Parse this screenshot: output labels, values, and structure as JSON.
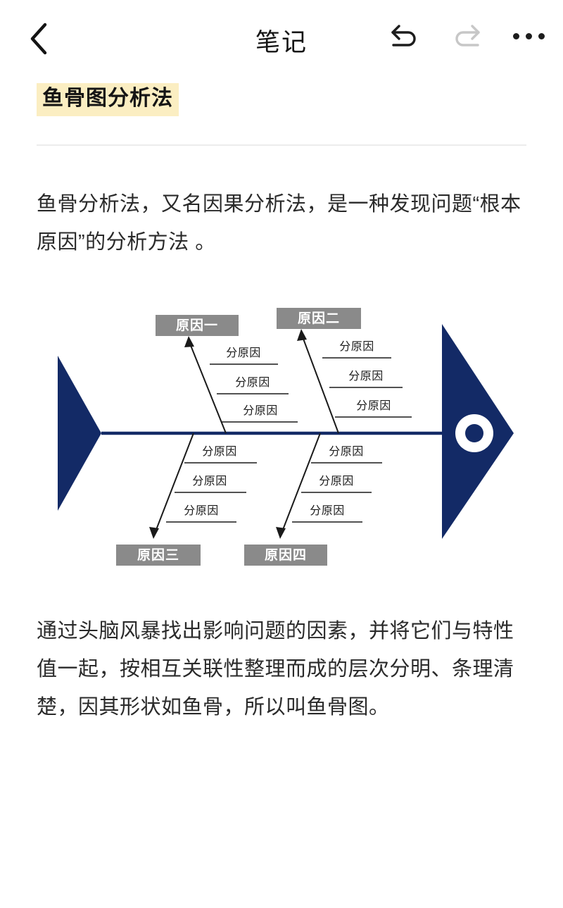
{
  "header": {
    "back_icon": "chevron-left-icon",
    "title": "笔记",
    "undo_icon": "undo-icon",
    "redo_icon": "redo-icon",
    "more_icon": "more-options-icon",
    "undo_color": "#1d1d1d",
    "redo_color": "#c7c7c7"
  },
  "note": {
    "title": "鱼骨图分析法",
    "title_highlight_color": "#fbeec2",
    "paragraph_1": "鱼骨分析法，又名因果分析法，是一种发现问题“根本原因”的分析方法 。",
    "paragraph_2": "通过头脑风暴找出影响问题的因素，并将它们与特性值一起，按相互关联性整理而成的层次分明、条理清楚，因其形状如鱼骨，所以叫鱼骨图。"
  },
  "diagram": {
    "type": "fishbone",
    "name": "fishbone-diagram",
    "colors": {
      "fish_navy": "#132a66",
      "cause_box_fill": "#8a8a8a",
      "cause_box_text": "#ffffff",
      "line": "#1a1a1a"
    },
    "eye": {
      "ring_color": "#ffffff",
      "pupil_color": "#132a66"
    },
    "causes": [
      {
        "label": "原因一",
        "position": "top-left",
        "sub_causes": [
          "分原因",
          "分原因",
          "分原因"
        ]
      },
      {
        "label": "原因二",
        "position": "top-right",
        "sub_causes": [
          "分原因",
          "分原因",
          "分原因"
        ]
      },
      {
        "label": "原因三",
        "position": "bottom-left",
        "sub_causes": [
          "分原因",
          "分原因",
          "分原因"
        ]
      },
      {
        "label": "原因四",
        "position": "bottom-right",
        "sub_causes": [
          "分原因",
          "分原因",
          "分原因"
        ]
      }
    ]
  }
}
